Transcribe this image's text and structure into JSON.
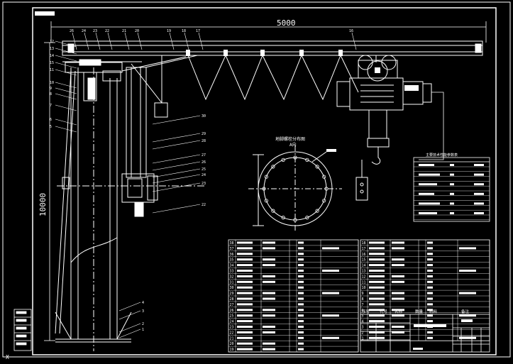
{
  "drawing": {
    "dim_length": "5000",
    "dim_height": "10000",
    "bolt_view_title": "地脚螺栓分布图",
    "bolt_view_subtitle": "A向",
    "small_table_title": "主要技术性能参数表",
    "axis_mark": "X"
  },
  "callouts_top": [
    "26",
    "24",
    "23",
    "22",
    "21",
    "20",
    "19",
    "18",
    "17",
    "16"
  ],
  "callouts_left": [
    "12",
    "13",
    "14",
    "15",
    "11",
    "10",
    "9",
    "8",
    "7",
    "6",
    "5"
  ],
  "callouts_right": [
    "30",
    "29",
    "28",
    "27",
    "26",
    "25",
    "24",
    "23",
    "22"
  ],
  "callouts_bottom": [
    "4",
    "3",
    "2",
    "1"
  ],
  "bom_header": [
    "序号",
    "代号",
    "名称",
    "数量",
    "材料",
    "备注"
  ],
  "bom_left_numbers": [
    "38",
    "37",
    "36",
    "35",
    "34",
    "33",
    "32",
    "31",
    "30",
    "29",
    "28",
    "27",
    "26",
    "25",
    "24",
    "23",
    "22",
    "21",
    "20",
    "19"
  ],
  "bom_right_numbers": [
    "18",
    "17",
    "16",
    "15",
    "14",
    "13",
    "12",
    "11",
    "10",
    "9",
    "8",
    "7",
    "6",
    "5",
    "4",
    "3",
    "2",
    "1"
  ],
  "colors": {
    "border": "#ffffff",
    "drawing": "#ffffff",
    "hoist_motor": "#ffffff",
    "accent_cyan": "#40d0ff",
    "accent_red": "#ff3030"
  }
}
